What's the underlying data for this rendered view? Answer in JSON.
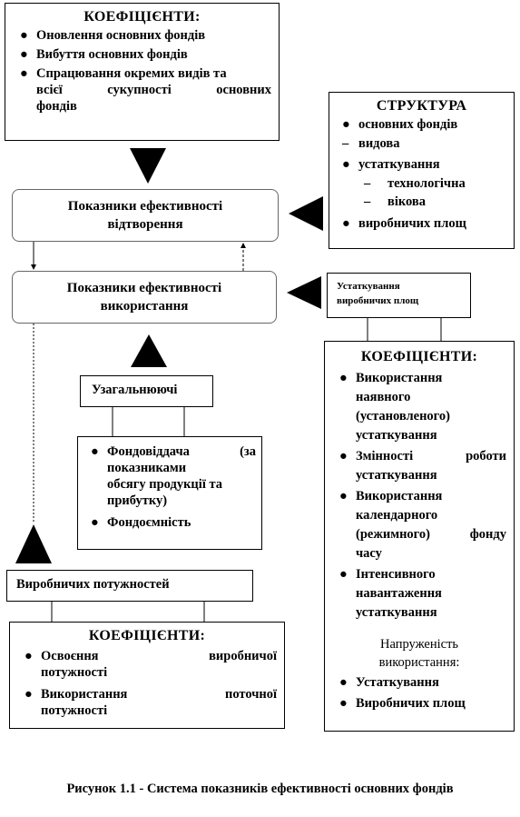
{
  "coef_top": {
    "title": "КОЕФІЦІЄНТИ:",
    "items": [
      "Оновлення основних фондів",
      "Вибуття основних фондів"
    ],
    "item3_line1": "Спрацювання окремих видів та",
    "item3_line2_words": [
      "всієї",
      "сукупності",
      "основних"
    ],
    "item3_line3": "фондів"
  },
  "structure": {
    "title": "СТРУКТУРА",
    "item1": "основних фондів",
    "item2": "видова",
    "item3": "устаткування",
    "sub1": "технологічна",
    "sub2": "вікова",
    "item4": "виробничих площ"
  },
  "reproduction": {
    "line1": "Показники ефективності",
    "line2": "відтворення"
  },
  "usage": {
    "line1": "Показники ефективності",
    "line2": "використання"
  },
  "equipment_area": {
    "line1": "Устаткування",
    "line2": "виробничих площ"
  },
  "generalizing": {
    "label": "Узагальнюючі"
  },
  "fund_return": {
    "item1_line1_words": [
      "Фондовіддача",
      "(за"
    ],
    "item1_line2": "показниками",
    "item1_line3": "обсягу продукції та",
    "item1_line4": "прибутку)",
    "item2": "Фондоємність"
  },
  "capacity": {
    "label": "Виробничих потужностей"
  },
  "coef_bottom": {
    "title": "КОЕФІЦІЄНТИ:",
    "item1_line1_words": [
      "Освоєння",
      "виробничої"
    ],
    "item1_line2": "потужності",
    "item2_line1_words": [
      "Використання",
      "поточної"
    ],
    "item2_line2": "потужності"
  },
  "coef_right": {
    "title": "КОЕФІЦІЄНТИ:",
    "i1": [
      "Використання",
      "наявного",
      "(установленого)",
      "устаткування"
    ],
    "i2_line1_words": [
      "Змінності",
      "роботи"
    ],
    "i2_line2": "устаткування",
    "i3": [
      "Використання",
      "календарного"
    ],
    "i3_line3_words": [
      "(режимного)",
      "фонду"
    ],
    "i3_line4": "часу",
    "i4": [
      "Інтенсивного",
      "навантаження",
      "устаткування"
    ],
    "tension_line1": "Напруженість",
    "tension_line2": "використання:",
    "t1": "Устаткування",
    "t2": "Виробничих площ"
  },
  "caption": "Рисунок 1.1 - Система показників ефективності  основних фондів",
  "bullet_glyph": "●",
  "dash_glyph": "–"
}
